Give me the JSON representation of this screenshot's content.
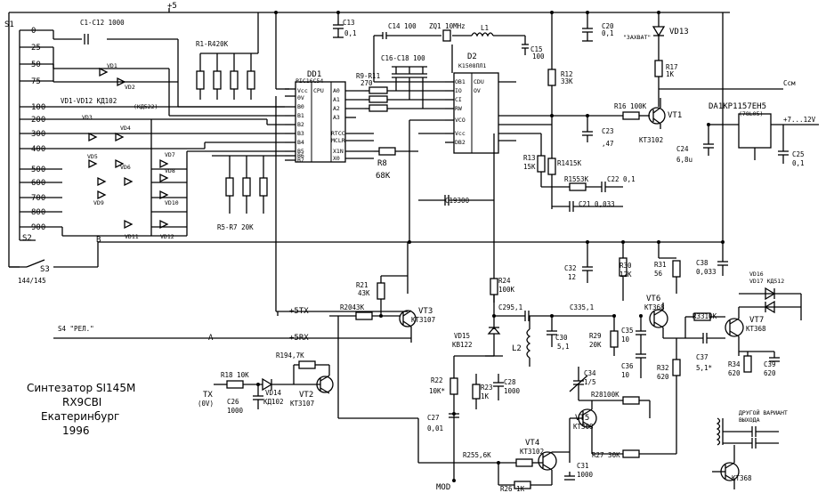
{
  "labels": {
    "plus5": "+5",
    "s1": "S1",
    "s2": "S2",
    "s3": "S3",
    "s4": "S4 \"РЕЛ.\"",
    "band": "144/145",
    "c1_c12": "C1-C12 1000",
    "r1_r4": "R1-R420K",
    "vd1_vd12": "VD1-VD12 КД102",
    "vd1_vd12_alt": "(КД522)",
    "dd1": "DD1",
    "dd1_type": "PIC16C54",
    "dd1_cpu": "CPU",
    "dd1_pins_left": [
      "Vcc",
      "0V",
      "B0",
      "B1",
      "B2",
      "B3",
      "B4",
      "B5",
      "B6",
      "B7"
    ],
    "dd1_pins_right": [
      "A0",
      "A1",
      "A2",
      "A3",
      "RTCC",
      "MCLR",
      "X1N",
      "X0"
    ],
    "r9_r11": "R9-R11",
    "r9_r11_val": "270",
    "c16_c18": "C16-C18 100",
    "d2": "D2",
    "d2_type": "K1508ПЛ1",
    "d2_pins": [
      "ОB1",
      "IO",
      "CI",
      "RW",
      "VCO",
      "Vcc",
      "DB2",
      "CDU",
      "OV"
    ],
    "c13": "C13",
    "c13_val": "0,1",
    "c14": "C14 100",
    "zq1": "ZQ1 10MHz",
    "l1": "L1",
    "c15": "C15",
    "c15_val": "100",
    "c20": "C20",
    "c20_val": "0,1",
    "vd13": "VD13",
    "zahvat": "\"ЗАХВАТ\"",
    "r17": "R17",
    "r17_val": "1K",
    "r12": "R12",
    "r12_val": "33K",
    "csm": "Ссм",
    "r16": "R16 100K",
    "vt1": "VT1",
    "vt1_type": "KT3102",
    "c23": "C23",
    "c23_val": ",47",
    "da1": "DA1КР1157ЕН5",
    "da1_alt": "(78L05)",
    "supply": "+7...12V",
    "c24": "C24",
    "c24_val": "6,8u",
    "c25": "C25",
    "c25_val": "0,1",
    "r8": "R8",
    "r8_val": "68K",
    "r5_r7": "R5-R7 20K",
    "r13": "R13",
    "r13_val": "15K",
    "r14": "R1415K",
    "r15": "R1553K",
    "c22": "C22 0,1",
    "c19": "C19300",
    "c21": "C21 0,033",
    "c32": "C32",
    "c32_val": "12",
    "r30": "R30",
    "r30_val": "12K",
    "r31": "R31",
    "r31_val": "56",
    "c38": "C38",
    "c38_val": "0,033",
    "r24": "R24",
    "r24_val": "100K",
    "vt6": "VT6",
    "vt6_type": "KT368",
    "vd16": "VD16",
    "vd17": "VD17 КД512",
    "r21": "R21",
    "r21_val": "43K",
    "plus5tx": "+5TX",
    "r20": "R2043K",
    "vt3": "VT3",
    "vt3_type": "KT3107",
    "c29": "C295,1",
    "c33": "C335,1",
    "r33": "R3310K",
    "vt7": "VT7",
    "vt7_type": "KT368",
    "vd15": "VD15",
    "vd15_type": "KB122",
    "l2": "L2",
    "c30": "C30",
    "c30_val": "5,1",
    "r29": "R29",
    "r29_val": "20K",
    "c35": "C35",
    "c35_val": "10",
    "plus5rx": "+5RX",
    "a_label": "A",
    "b_label": "B",
    "c37": "C37",
    "c37_val": "5,1*",
    "r34": "R34",
    "r34_val": "620",
    "c39": "C39",
    "c39_val": "620",
    "c36": "C36",
    "c36_val": "10",
    "r32": "R32",
    "r32_val": "620",
    "r19": "R194,7K",
    "r18": "R18 10K",
    "tx": "TX",
    "tx_sub": "(0V)",
    "vd14": "VD14",
    "vd14_type": "КД102",
    "c26": "C26",
    "c26_val": "1000",
    "vt2": "VT2",
    "vt2_type": "KT3107",
    "r22": "R22",
    "r22_val": "10K*",
    "r23": "R23",
    "r23_val": "1K",
    "c28": "C28",
    "c28_val": "1000",
    "c34": "C34",
    "c34_val": "1/5",
    "r28": "R28100K",
    "vt5": "VT5",
    "vt5_type": "KT368",
    "c27": "C27",
    "c27_val": "0,01",
    "alt_output": "ДРУГОЙ ВАРИАНТ",
    "alt_output2": "ВЫХОДА",
    "vt4": "VT4",
    "vt4_type": "KT3102",
    "r25": "R255,6K",
    "r27": "R27 30K",
    "c31": "C31",
    "c31_val": "1000",
    "mod": "MOD",
    "r26": "R26 1K",
    "vt7b_type": "KT368",
    "title1": "Синтезатор SI145M",
    "title2": "RX9CBI",
    "title3": "Екатеринбург",
    "title4": "1996",
    "s1_positions": [
      "0",
      "25",
      "50",
      "75"
    ],
    "s2_positions": [
      "100",
      "200",
      "300",
      "400",
      "500",
      "600",
      "700",
      "800",
      "900"
    ],
    "vd_names": [
      "VD1",
      "VD2",
      "VD3",
      "VD4",
      "VD5",
      "VD6",
      "VD7",
      "VD8",
      "VD9",
      "VD10",
      "VD11",
      "VD12"
    ]
  }
}
